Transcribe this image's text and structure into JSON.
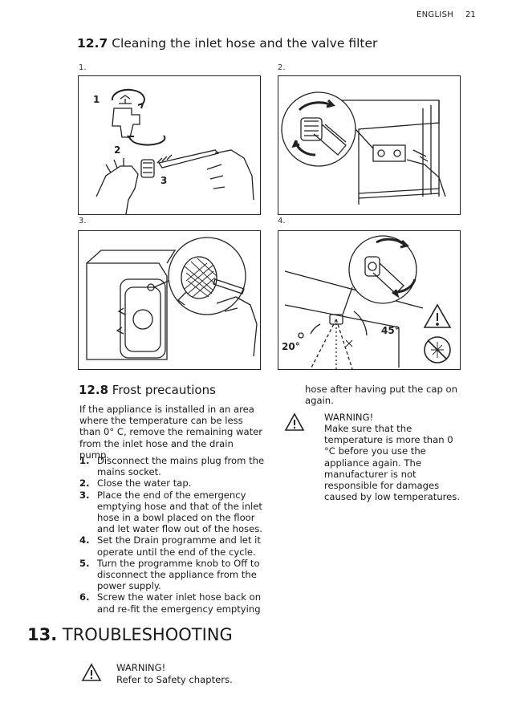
{
  "header": {
    "language": "ENGLISH",
    "page_number": "21"
  },
  "section_12_7": {
    "number": "12.7",
    "title": "Cleaning the inlet hose and the valve filter",
    "figures": [
      {
        "label": "1.",
        "callouts": [
          "1",
          "2",
          "3"
        ]
      },
      {
        "label": "2."
      },
      {
        "label": "3."
      },
      {
        "label": "4.",
        "angles": [
          "45°",
          "20°"
        ]
      }
    ]
  },
  "section_12_8": {
    "number": "12.8",
    "title": "Frost precautions",
    "intro": "If the appliance is installed in an area where the temperature can be less than 0° C, remove the remaining water from the inlet hose and the drain pump.",
    "steps": [
      {
        "num": "1.",
        "text": "Disconnect the mains plug from the mains socket."
      },
      {
        "num": "2.",
        "text": "Close the water tap."
      },
      {
        "num": "3.",
        "text": "Place the end of the emergency emptying hose and that of the inlet hose in a bowl placed on the floor and let water flow out of the hoses."
      },
      {
        "num": "4.",
        "text": "Set the Drain programme and let it operate until the end of the cycle."
      },
      {
        "num": "5.",
        "text": "Turn the programme knob to Off to disconnect the appliance from the power supply."
      },
      {
        "num": "6.",
        "text": "Screw the water inlet hose back on and re-fit the emergency emptying"
      }
    ],
    "continuation": "hose after having put the cap on again.",
    "warning_title": "WARNING!",
    "warning_text": "Make sure that the temperature is more than 0 °C before you use the appliance again. The manufacturer is not responsible for damages caused by low temperatures."
  },
  "chapter_13": {
    "number": "13.",
    "title": "TROUBLESHOOTING",
    "warning_title": "WARNING!",
    "warning_text": "Refer to Safety chapters."
  }
}
